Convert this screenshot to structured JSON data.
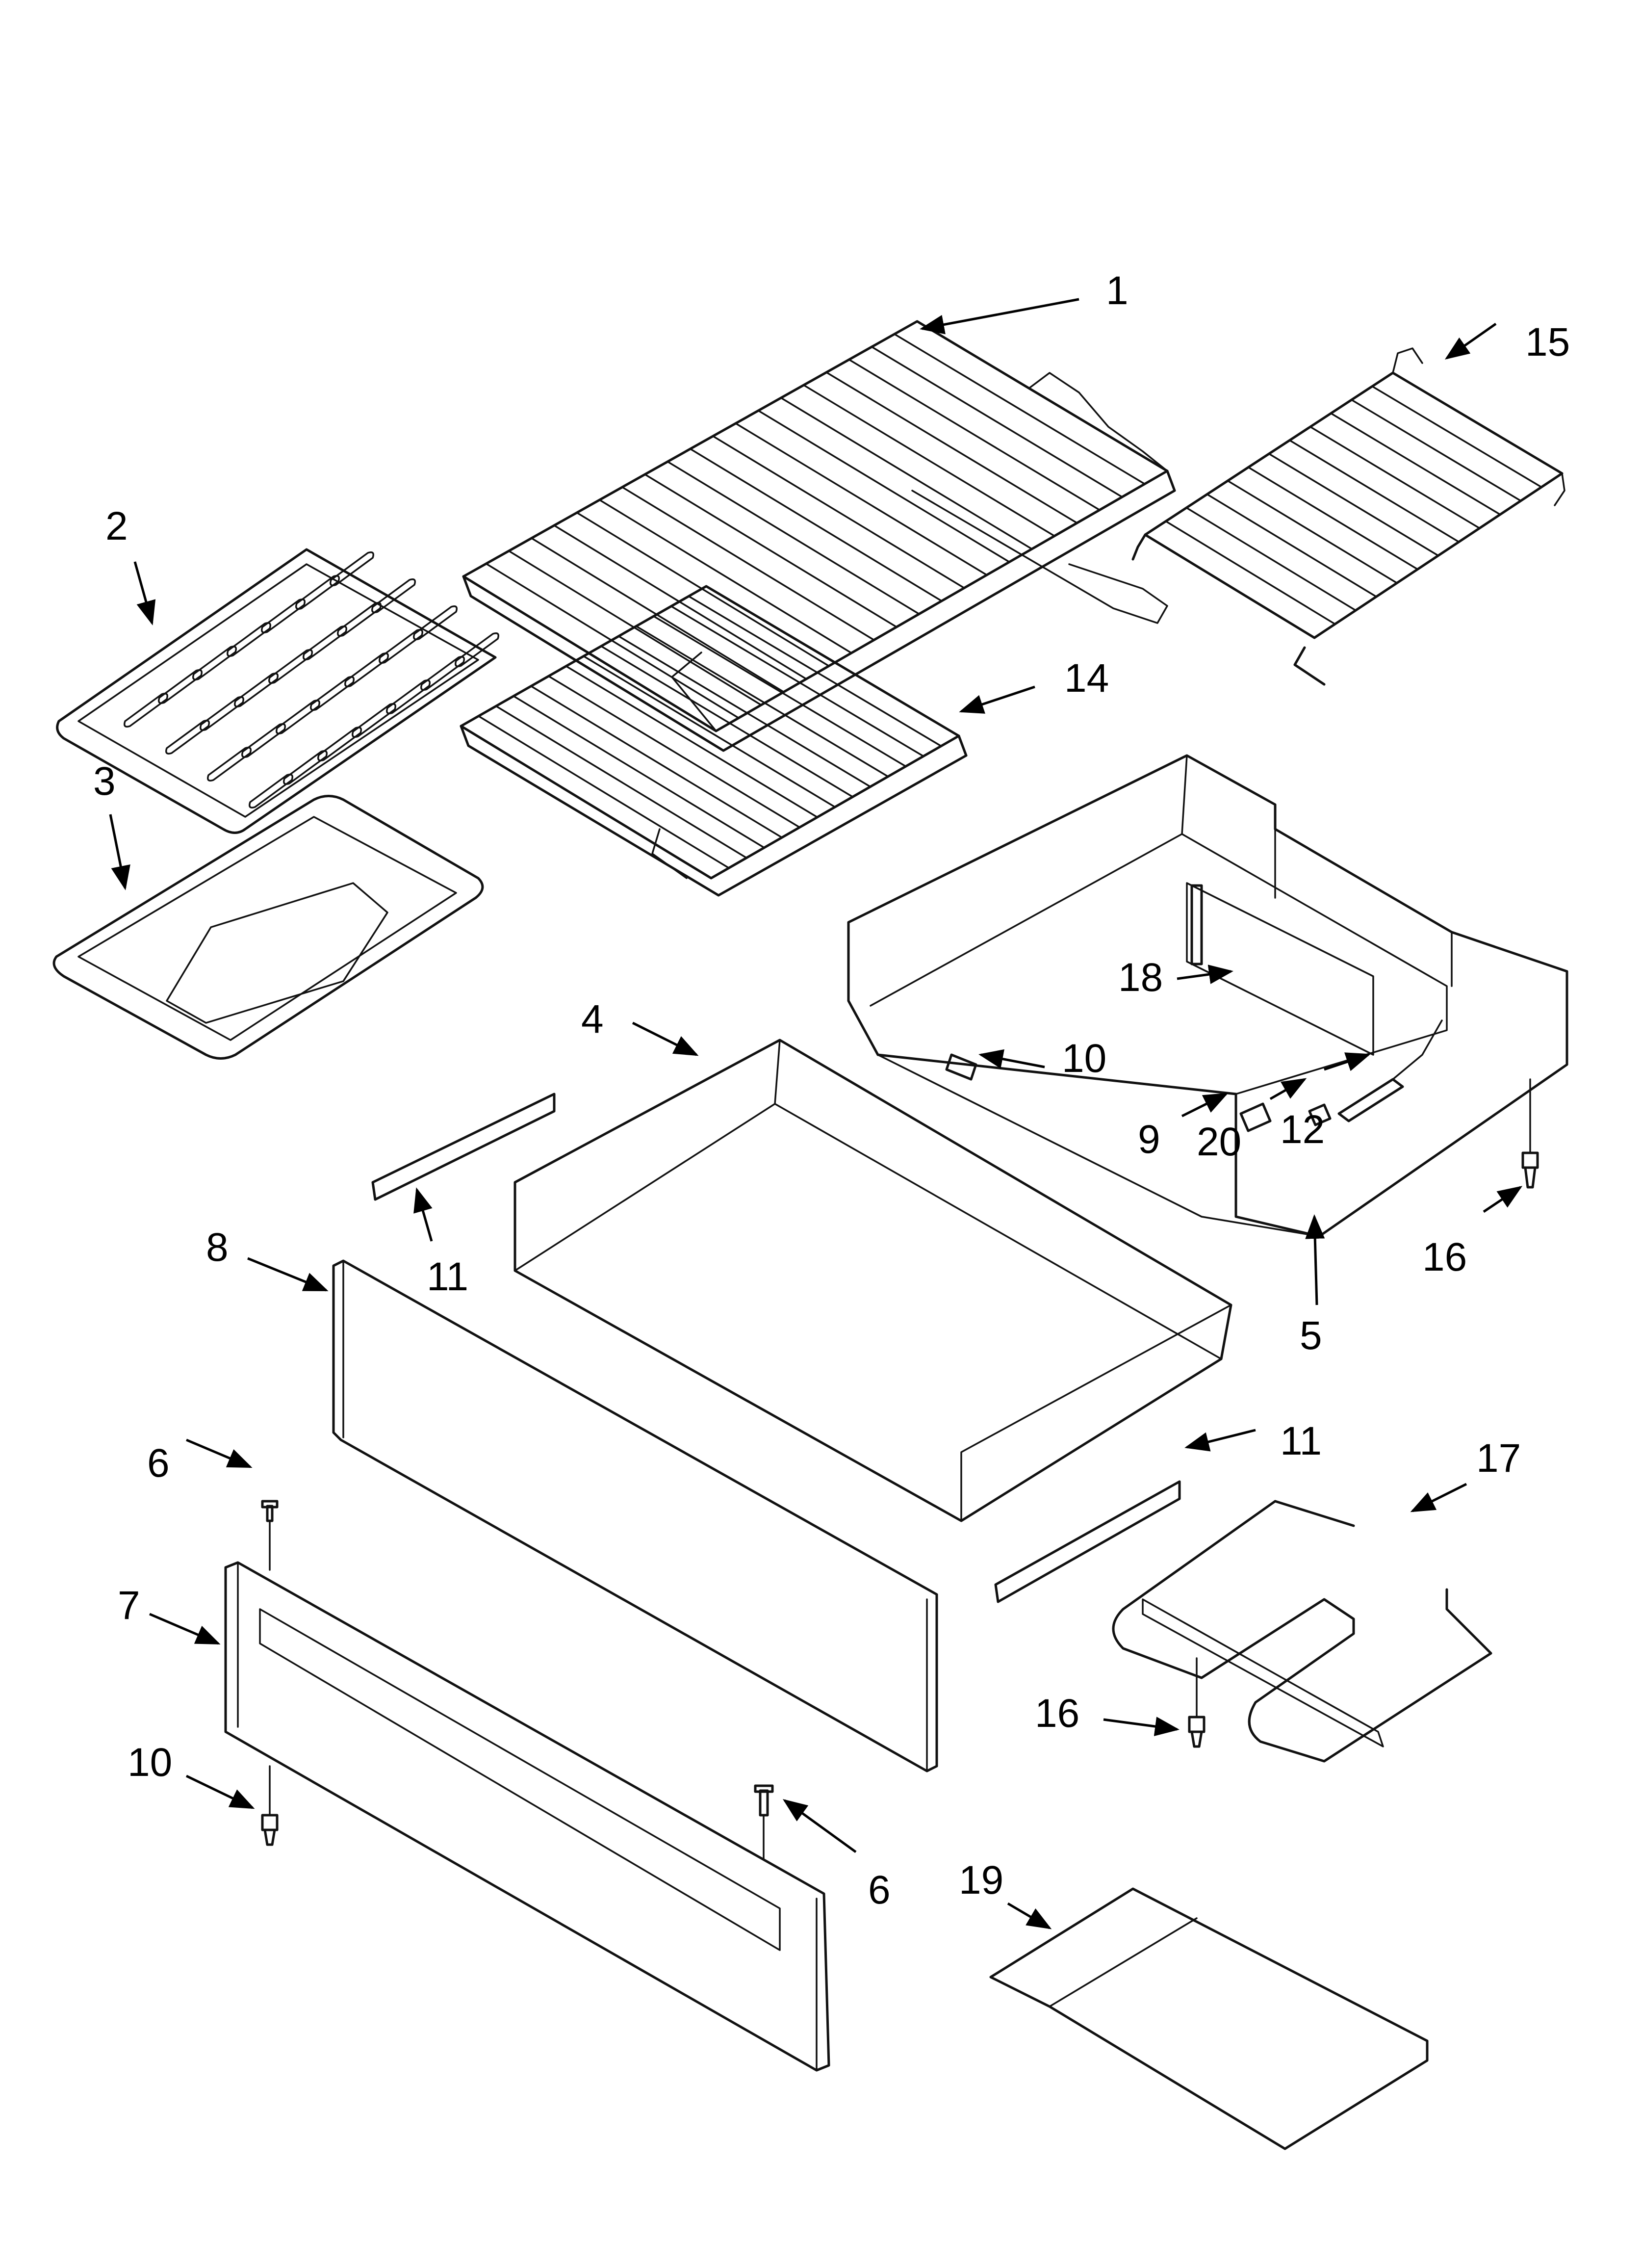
{
  "callouts": [
    {
      "id": "c1",
      "label": "1"
    },
    {
      "id": "c15",
      "label": "15"
    },
    {
      "id": "c2",
      "label": "2"
    },
    {
      "id": "c14",
      "label": "14"
    },
    {
      "id": "c3",
      "label": "3"
    },
    {
      "id": "c18",
      "label": "18"
    },
    {
      "id": "c4",
      "label": "4"
    },
    {
      "id": "c10a",
      "label": "10"
    },
    {
      "id": "c9",
      "label": "9"
    },
    {
      "id": "c20",
      "label": "20"
    },
    {
      "id": "c12",
      "label": "12"
    },
    {
      "id": "c11a",
      "label": "11"
    },
    {
      "id": "c16a",
      "label": "16"
    },
    {
      "id": "c8",
      "label": "8"
    },
    {
      "id": "c5",
      "label": "5"
    },
    {
      "id": "c11b",
      "label": "11"
    },
    {
      "id": "c6a",
      "label": "6"
    },
    {
      "id": "c17",
      "label": "17"
    },
    {
      "id": "c7",
      "label": "7"
    },
    {
      "id": "c16b",
      "label": "16"
    },
    {
      "id": "c10b",
      "label": "10"
    },
    {
      "id": "c6b",
      "label": "6"
    },
    {
      "id": "c19",
      "label": "19"
    }
  ]
}
